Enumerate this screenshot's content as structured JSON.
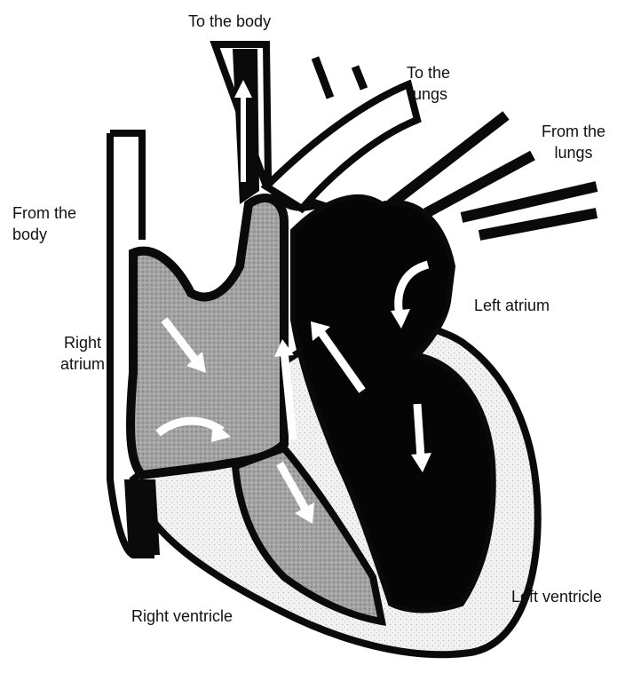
{
  "labels": {
    "to_body": "To the body",
    "to_lungs": [
      "To the",
      "lungs"
    ],
    "from_lungs": [
      "From the",
      "lungs"
    ],
    "from_body": [
      "From the",
      "body"
    ],
    "right_atrium": [
      "Right",
      "atrium"
    ],
    "left_atrium": "Left atrium",
    "right_ventricle": "Right ventricle",
    "left_ventricle": "Left ventricle"
  },
  "colors": {
    "outline": "#0a0a0a",
    "oxygen_poor_blood": "#9a9a9a",
    "oxygen_rich_blood": "#050505",
    "heart_muscle": "#ececec",
    "flow_arrows": "#ffffff"
  }
}
